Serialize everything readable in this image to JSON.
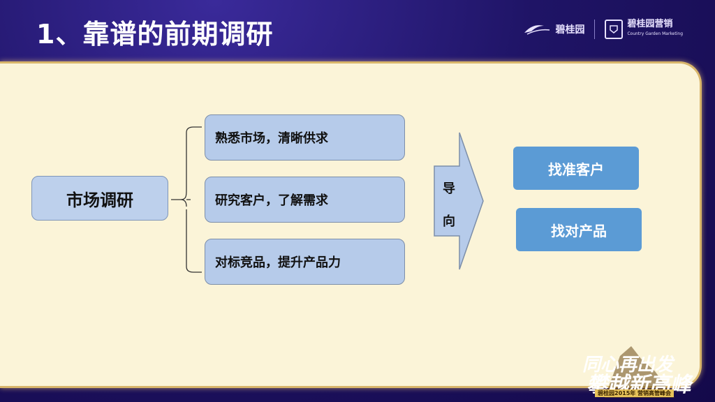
{
  "header": {
    "title": "1、靠谱的前期调研",
    "logo_left": "碧桂园",
    "logo_right": "碧桂园营销",
    "logo_right_sub": "Country Garden Marketing"
  },
  "diagram": {
    "root": "市场调研",
    "branches": [
      "熟悉市场，清晰供求",
      "研究客户，了解需求",
      "对标竞品，提升产品力"
    ],
    "connector_chars": [
      "导",
      "向"
    ],
    "results": [
      "找准客户",
      "找对产品"
    ]
  },
  "badge": {
    "line1": "同心再出发",
    "line2": "攀越新高峰",
    "bar": "碧桂园2015年 营销高管峰会"
  },
  "colors": {
    "background": "#1f1466",
    "panel": "#fbf4d8",
    "panel_border": "#d8b56a",
    "box_fill": "#b6cbea",
    "result_fill": "#5b9bd5"
  }
}
